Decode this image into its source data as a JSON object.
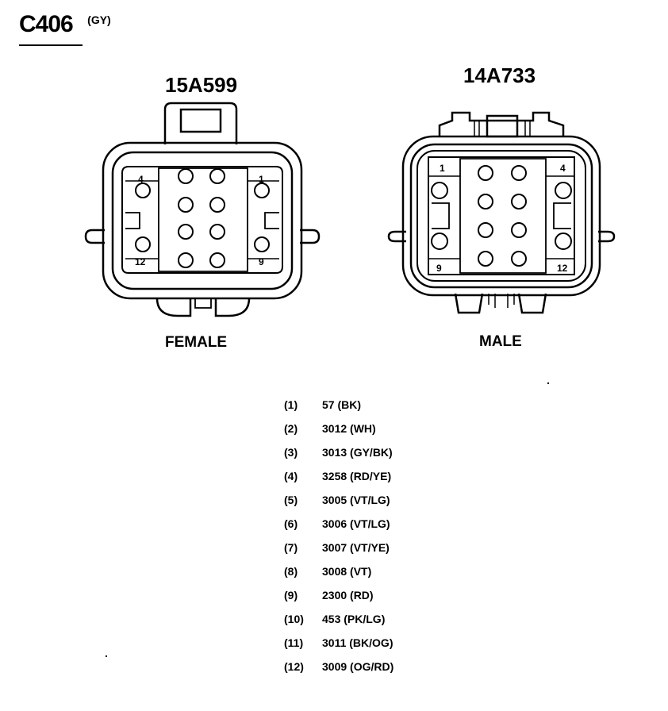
{
  "connector": {
    "id": "C406",
    "color_code": "(GY)"
  },
  "female": {
    "part_number": "15A599",
    "label": "FEMALE",
    "corner_pins": {
      "top_left": "4",
      "top_right": "1",
      "bottom_left": "12",
      "bottom_right": "9"
    }
  },
  "male": {
    "part_number": "14A733",
    "label": "MALE",
    "corner_pins": {
      "top_left": "1",
      "top_right": "4",
      "bottom_left": "9",
      "bottom_right": "12"
    }
  },
  "pinout": [
    {
      "pin": "(1)",
      "circuit": "57 (BK)"
    },
    {
      "pin": "(2)",
      "circuit": "3012 (WH)"
    },
    {
      "pin": "(3)",
      "circuit": "3013 (GY/BK)"
    },
    {
      "pin": "(4)",
      "circuit": "3258 (RD/YE)"
    },
    {
      "pin": "(5)",
      "circuit": "3005 (VT/LG)"
    },
    {
      "pin": "(6)",
      "circuit": "3006 (VT/LG)"
    },
    {
      "pin": "(7)",
      "circuit": "3007 (VT/YE)"
    },
    {
      "pin": "(8)",
      "circuit": "3008 (VT)"
    },
    {
      "pin": "(9)",
      "circuit": "2300 (RD)"
    },
    {
      "pin": "(10)",
      "circuit": "453 (PK/LG)"
    },
    {
      "pin": "(11)",
      "circuit": "3011 (BK/OG)"
    },
    {
      "pin": "(12)",
      "circuit": "3009 (OG/RD)"
    }
  ]
}
